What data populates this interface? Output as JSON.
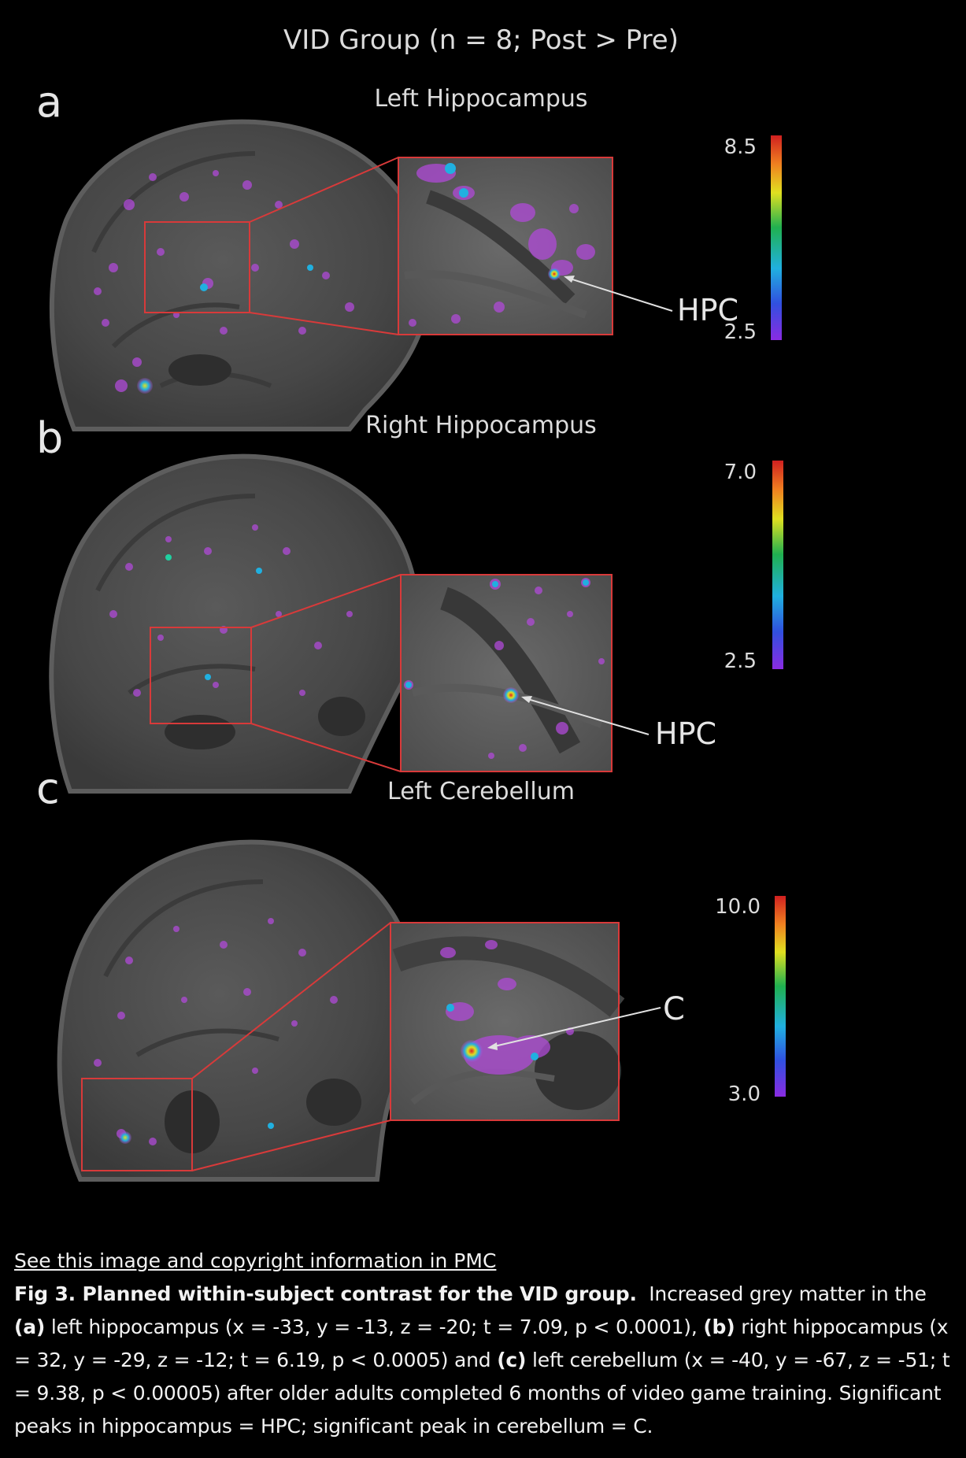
{
  "figure": {
    "group_title": "VID Group (n = 8; Post > Pre)",
    "panels": [
      {
        "letter": "a",
        "title": "Left Hippocampus",
        "peak_label": "HPC",
        "scale_max": "8.5",
        "scale_min": "2.5"
      },
      {
        "letter": "b",
        "title": "Right Hippocampus",
        "peak_label": "HPC",
        "scale_max": "7.0",
        "scale_min": "2.5"
      },
      {
        "letter": "c",
        "title": "Left Cerebellum",
        "peak_label": "C",
        "scale_max": "10.0",
        "scale_min": "3.0"
      }
    ],
    "colors": {
      "background": "#000000",
      "brain": "#4a4a4a",
      "zoom_box": "#d83a3a",
      "overlay_purple": "#b04ad8",
      "scale": [
        "#8a2be2",
        "#3050e0",
        "#20b0e0",
        "#20b050",
        "#e0e020",
        "#f08020",
        "#d02020"
      ]
    }
  },
  "caption": {
    "link_text": "See this image and copyright information in PMC",
    "fig_label": "Fig 3. Planned within-subject contrast for the VID group.",
    "intro": "Increased grey matter in the",
    "a_marker": "(a)",
    "a_text": "left hippocampus (x = -33, y = -13, z = -20; t = 7.09, p < 0.0001),",
    "b_marker": "(b)",
    "b_text": "right hippocampus (x = 32, y = -29, z = -12; t = 6.19, p < 0.0005) and",
    "c_marker": "(c)",
    "c_text": "left cerebellum (x = -40, y = -67, z = -51; t = 9.38, p < 0.00005) after older adults completed 6 months of video game training. Significant peaks in hippocampus = HPC; significant peak in cerebellum = C."
  }
}
